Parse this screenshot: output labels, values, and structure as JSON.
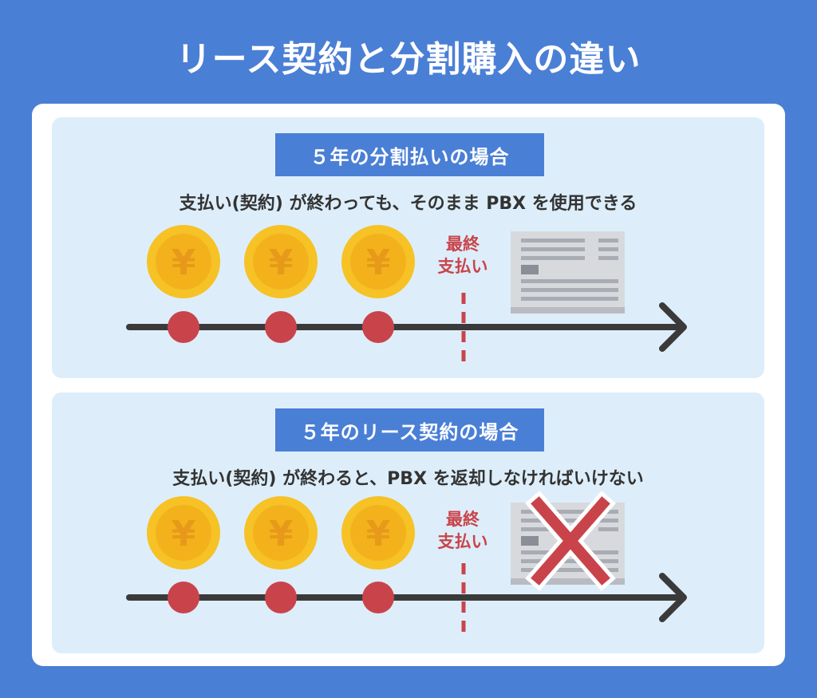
{
  "title": "リース契約と分割購入の違い",
  "colors": {
    "background": "#4a7fd6",
    "panel": "#ddeefa",
    "accent_red": "#c9444a",
    "coin": "#f6c226",
    "timeline": "#3a3a3a"
  },
  "panels": [
    {
      "heading": "５年の分割払いの場合",
      "description": "支払い(契約) が終わっても、そのまま PBX を使用できる",
      "final_label_line1": "最終",
      "final_label_line2": "支払い",
      "coin_symbol": "¥",
      "device_icon": "pbx-device-icon",
      "crossed_out": false
    },
    {
      "heading": "５年のリース契約の場合",
      "description": "支払い(契約) が終わると、PBX を返却しなければいけない",
      "final_label_line1": "最終",
      "final_label_line2": "支払い",
      "coin_symbol": "¥",
      "device_icon": "pbx-device-icon",
      "crossed_out": true
    }
  ]
}
